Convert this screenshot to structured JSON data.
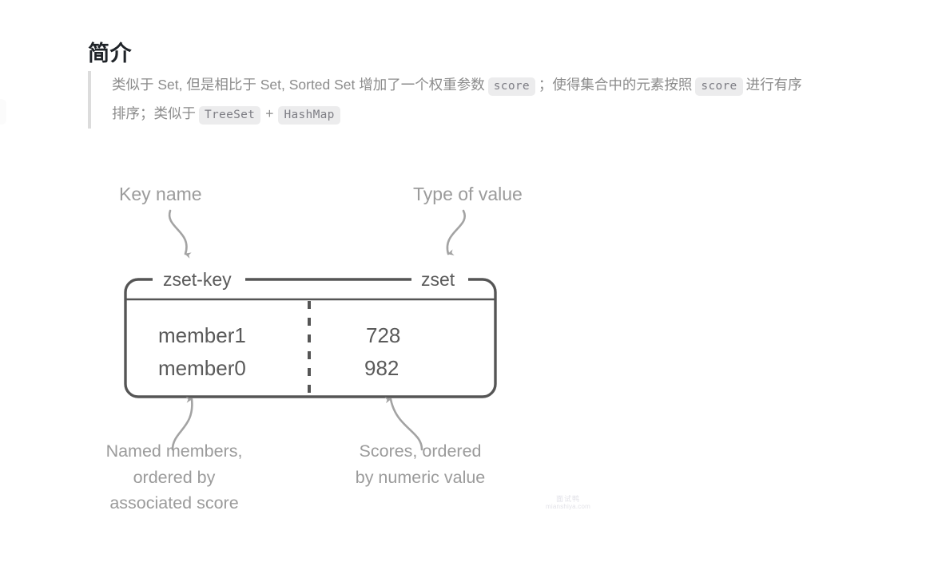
{
  "page": {
    "title": "简介",
    "background_color": "#ffffff"
  },
  "blockquote": {
    "border_color": "#dcdcdc",
    "text_color": "#8b8b8b",
    "line1": {
      "part1": "类似于 Set, 但是相比于 Set, Sorted Set 增加了一个权重参数",
      "code1": "score",
      "part2": "；使得集合中的元素按照",
      "code2": "score",
      "part3": "进行有序"
    },
    "line2": {
      "part1": "排序；类似于",
      "code1": "TreeSet",
      "plus": "+",
      "code2": "HashMap"
    },
    "code_pill_bg": "#ececed",
    "code_pill_color": "#7d7d84"
  },
  "diagram": {
    "stroke_color": "#555555",
    "annotation_color": "#9b9b9b",
    "text_color": "#5a5a5a",
    "top_labels": {
      "key_name": "Key name",
      "type_of_value": "Type of value"
    },
    "box": {
      "key_tag": "zset-key",
      "type_tag": "zset",
      "rows": [
        {
          "member": "member1",
          "score": "728"
        },
        {
          "member": "member0",
          "score": "982"
        }
      ]
    },
    "bottom_captions": {
      "left": "Named members, ordered by associated score",
      "left_lines": [
        "Named members,",
        "ordered by",
        "associated score"
      ],
      "right": "Scores, ordered by numeric value",
      "right_lines": [
        "Scores, ordered",
        "by numeric value"
      ]
    }
  },
  "watermark": {
    "name": "面试鸭",
    "url": "mianshiya.com",
    "color": "#e2e2e8"
  }
}
